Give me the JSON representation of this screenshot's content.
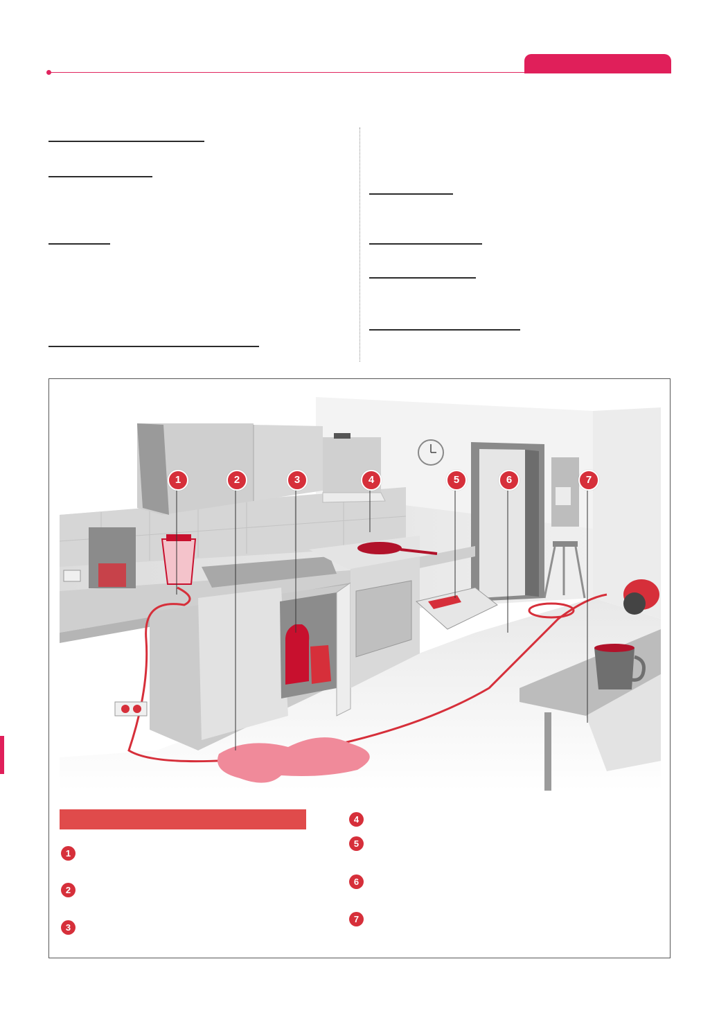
{
  "illustration": {
    "markers": [
      "1",
      "2",
      "3",
      "4",
      "5",
      "6",
      "7"
    ]
  },
  "legend": {
    "items": [
      {
        "number": "1"
      },
      {
        "number": "2"
      },
      {
        "number": "3"
      },
      {
        "number": "4"
      },
      {
        "number": "5"
      },
      {
        "number": "6"
      },
      {
        "number": "7"
      }
    ]
  },
  "colors": {
    "accent": "#e01f5a",
    "hazard_red": "#d62f3a",
    "legend_bar": "#e04b4b",
    "spill": "#f08a9a"
  }
}
